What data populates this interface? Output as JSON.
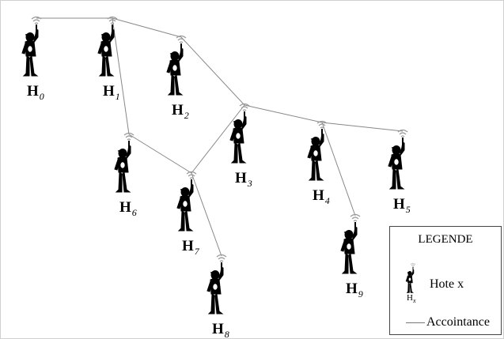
{
  "nodes": [
    {
      "id": "H0",
      "letter": "H",
      "index": "0"
    },
    {
      "id": "H1",
      "letter": "H",
      "index": "1"
    },
    {
      "id": "H2",
      "letter": "H",
      "index": "2"
    },
    {
      "id": "H3",
      "letter": "H",
      "index": "3"
    },
    {
      "id": "H4",
      "letter": "H",
      "index": "4"
    },
    {
      "id": "H5",
      "letter": "H",
      "index": "5"
    },
    {
      "id": "H6",
      "letter": "H",
      "index": "6"
    },
    {
      "id": "H7",
      "letter": "H",
      "index": "7"
    },
    {
      "id": "H8",
      "letter": "H",
      "index": "8"
    },
    {
      "id": "H9",
      "letter": "H",
      "index": "9"
    }
  ],
  "edges": [
    [
      "H0",
      "H1"
    ],
    [
      "H1",
      "H2"
    ],
    [
      "H1",
      "H6"
    ],
    [
      "H2",
      "H3"
    ],
    [
      "H3",
      "H4"
    ],
    [
      "H3",
      "H7"
    ],
    [
      "H4",
      "H5"
    ],
    [
      "H4",
      "H9"
    ],
    [
      "H6",
      "H7"
    ],
    [
      "H7",
      "H8"
    ]
  ],
  "legend": {
    "title": "LEGENDE",
    "host_label": "Hote x",
    "host_symbol_letter": "H",
    "host_symbol_index": "x",
    "edge_label": "Accointance"
  },
  "colors": {
    "edge": "#888888",
    "figure": "#000000",
    "antenna": "#999999"
  }
}
